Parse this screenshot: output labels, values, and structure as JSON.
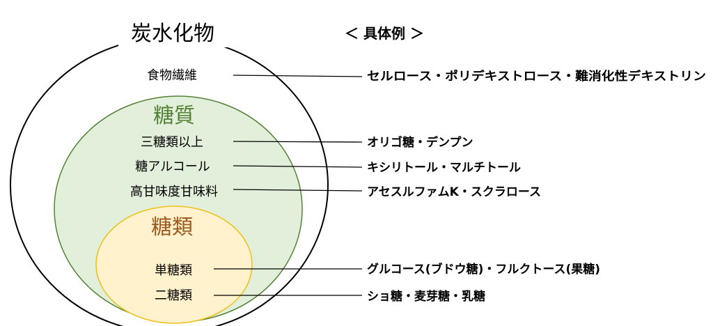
{
  "colors": {
    "outer_stroke": "#000000",
    "outer_fill": "#ffffff",
    "sugar_stroke": "#538135",
    "sugar_fill": "#e2efda",
    "sugar_title": "#538135",
    "saccharide_stroke": "#f0c018",
    "saccharide_fill": "#fff2cc",
    "saccharide_title": "#9c5a1f",
    "text": "#000000"
  },
  "diagram": {
    "carbohydrate_title": "炭水化物",
    "examples_header": "＜ 具体例 ＞",
    "sugar_title": "糖質",
    "saccharide_title": "糖類"
  },
  "categories": [
    {
      "key": "fiber",
      "name": "食物繊維",
      "examples": "セルロース・ポリデキストロース・難消化性デキストリン"
    },
    {
      "key": "trisaccharides",
      "name": "三糖類以上",
      "examples": "オリゴ糖・デンプン"
    },
    {
      "key": "sugar_alcohol",
      "name": "糖アルコール",
      "examples": "キシリトール・マルチトール"
    },
    {
      "key": "high_intensity",
      "name": "高甘味度甘味料",
      "examples": "アセスルファムK・スクラロース"
    },
    {
      "key": "monosaccharides",
      "name": "単糖類",
      "examples": "グルコース(ブドウ糖)・フルクトース(果糖)"
    },
    {
      "key": "disaccharides",
      "name": "二糖類",
      "examples": "ショ糖・麦芽糖・乳糖"
    }
  ]
}
